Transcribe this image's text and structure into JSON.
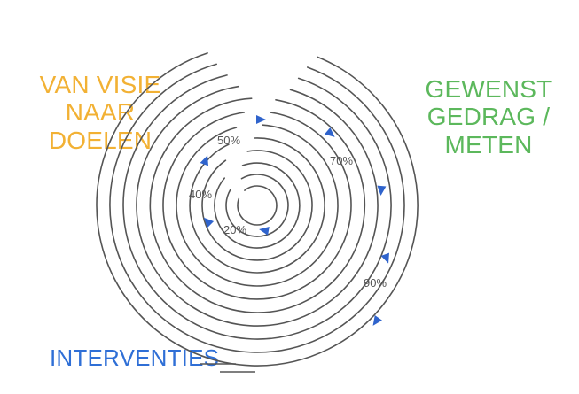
{
  "labels": {
    "top_left": [
      "VAN VISIE",
      "NAAR",
      "DOELEN"
    ],
    "top_right": [
      "GEWENST",
      "GEDRAG /",
      "METEN"
    ],
    "bottom_left": "INTERVENTIES"
  },
  "percentages": [
    "20%",
    "40%",
    "50%",
    "70%",
    "90%"
  ],
  "colors": {
    "top_left": "#f2b134",
    "top_right": "#5cb85c",
    "bottom_left": "#2f6fd6",
    "rings": "#555555",
    "arrows": "#2f63cc"
  }
}
